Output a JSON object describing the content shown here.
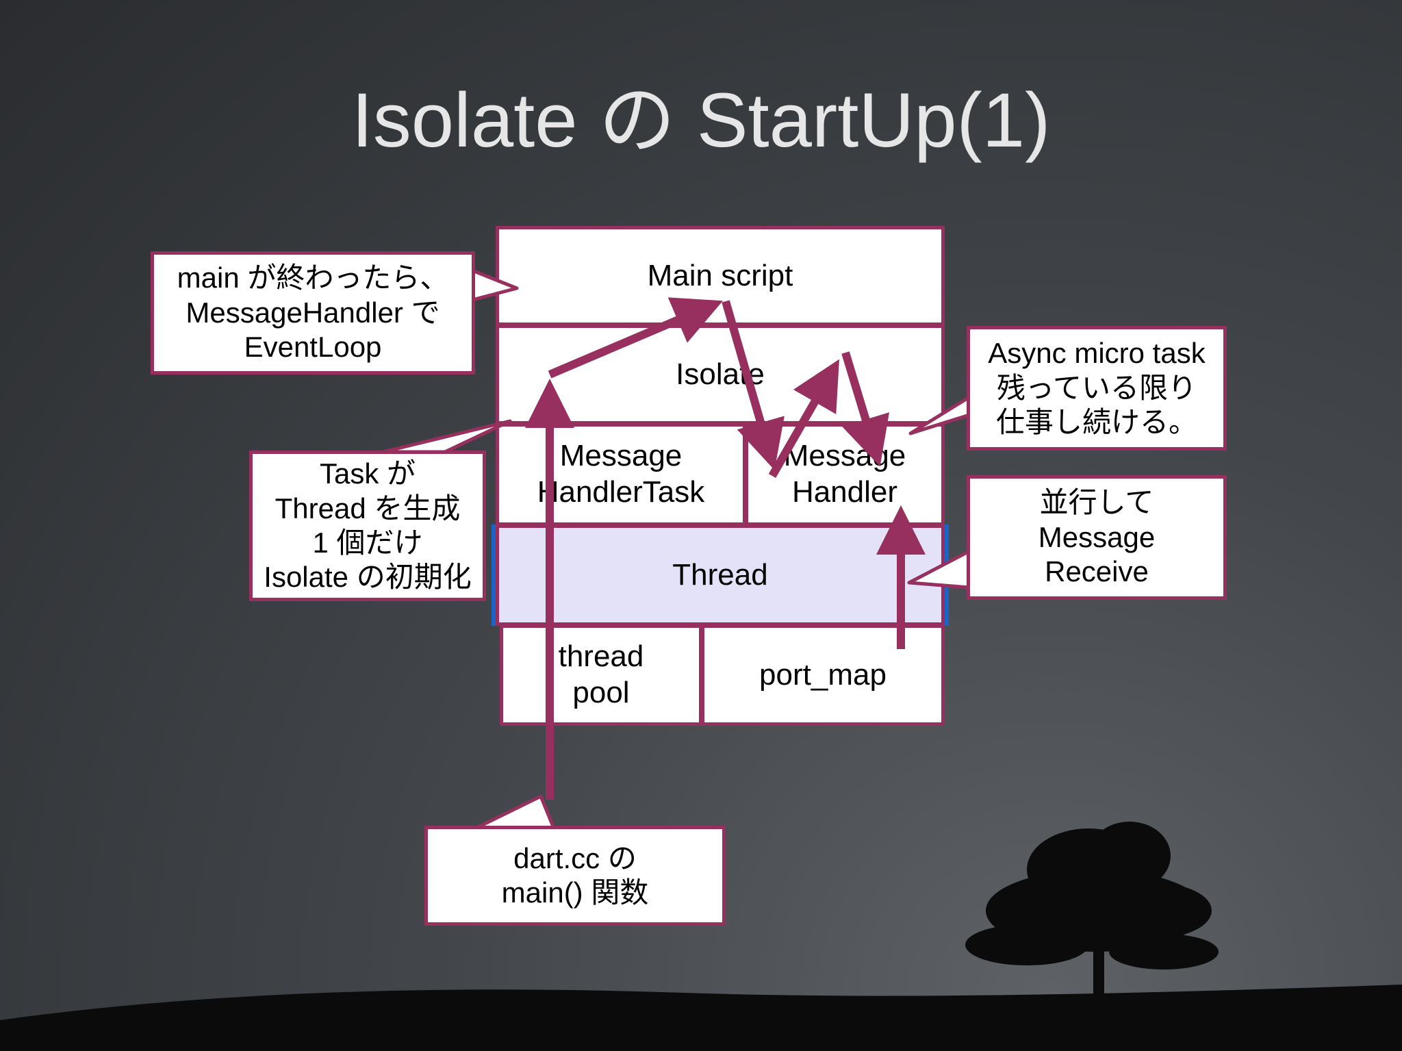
{
  "slide": {
    "title": "Isolate の StartUp(1)"
  },
  "stack": {
    "main_script": "Main script",
    "isolate": "Isolate",
    "message_handler_task": "Message\nHandlerTask",
    "message_handler": "Message\nHandler",
    "thread": "Thread",
    "thread_pool": "thread\npool",
    "port_map": "port_map"
  },
  "callouts": {
    "main_finished": "main が終わったら、\nMessageHandler で\nEventLoop",
    "task_creates_thread": "Task が\nThread を生成\n1 個だけ\nIsolate の初期化",
    "async_micro_task": "Async micro task\n残っている限り\n仕事し続ける。",
    "parallel_receive": "並行して\nMessage\nReceive",
    "dart_main": "dart.cc の\nmain() 関数"
  },
  "colors": {
    "accent": "#97305e",
    "thread_fill": "#e4e2f8",
    "thread_edge": "#1a64c8",
    "title_text": "#e6e6e6"
  }
}
